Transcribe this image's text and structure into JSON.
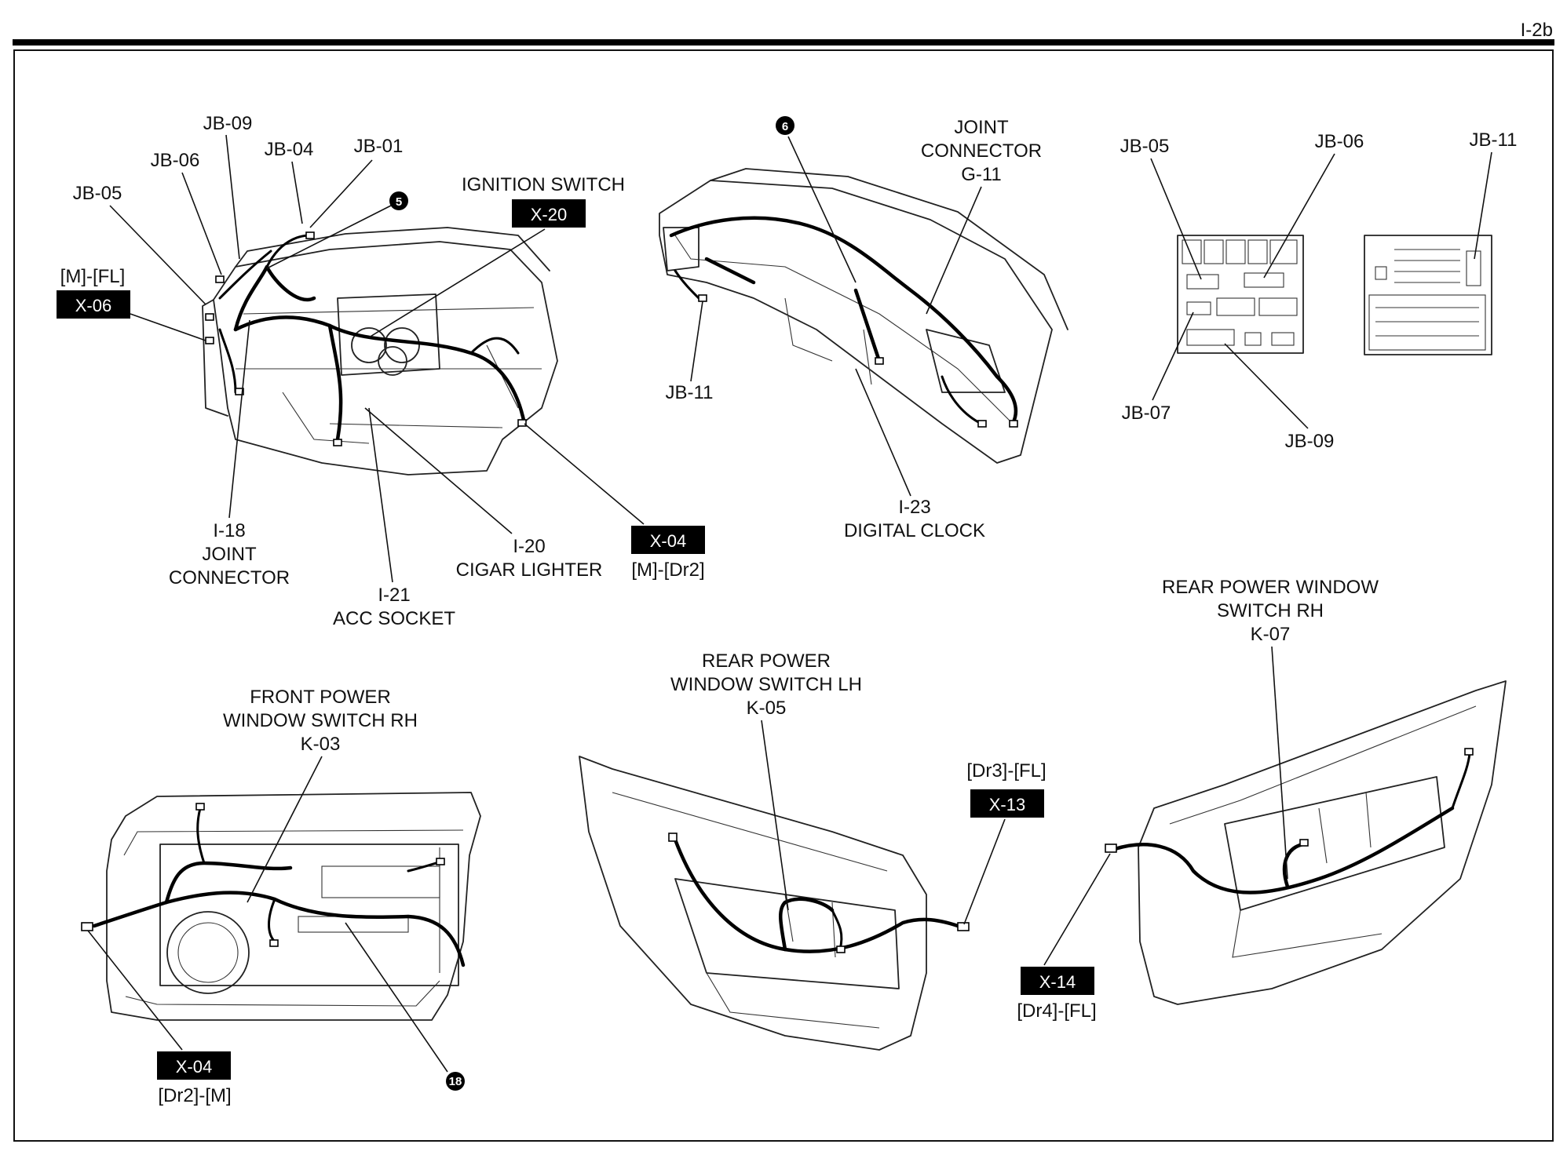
{
  "page": {
    "number": "I-2b",
    "colors": {
      "ink": "#111111",
      "tag_bg": "#000000",
      "tag_text": "#ffffff"
    }
  },
  "panels": {
    "instrument_panel": {
      "labels": {
        "jb09": "JB-09",
        "jb06": "JB-06",
        "jb04": "JB-04",
        "jb01": "JB-01",
        "jb05": "JB-05",
        "mfl": "[M]-[FL]",
        "ignition": "IGNITION SWITCH",
        "i18_code": "I-18",
        "i18_l1": "JOINT",
        "i18_l2": "CONNECTOR",
        "i20_code": "I-20",
        "i20_name": "CIGAR LIGHTER",
        "i21_code": "I-21",
        "i21_name": "ACC SOCKET",
        "mdr2": "[M]-[Dr2]"
      },
      "tags": {
        "x06": "X-06",
        "x20": "X-20",
        "x04": "X-04"
      },
      "badge": "5"
    },
    "crash_pad": {
      "labels": {
        "jc_l1": "JOINT",
        "jc_l2": "CONNECTOR",
        "jc_code": "G-11",
        "jb11": "JB-11",
        "i23_code": "I-23",
        "i23_name": "DIGITAL CLOCK"
      },
      "badge": "6"
    },
    "junction_box": {
      "labels": {
        "jb05": "JB-05",
        "jb06": "JB-06",
        "jb11": "JB-11",
        "jb07": "JB-07",
        "jb09": "JB-09"
      }
    },
    "front_door": {
      "labels": {
        "l1": "FRONT POWER",
        "l2": "WINDOW SWITCH RH",
        "l3": "K-03",
        "dr2m": "[Dr2]-[M]"
      },
      "tags": {
        "x04": "X-04"
      },
      "badge": "18"
    },
    "rear_door_lh": {
      "labels": {
        "l1": "REAR POWER",
        "l2": "WINDOW SWITCH LH",
        "l3": "K-05",
        "dr3fl": "[Dr3]-[FL]"
      },
      "tags": {
        "x13": "X-13"
      }
    },
    "rear_door_rh": {
      "labels": {
        "l1": "REAR POWER WINDOW",
        "l2": "SWITCH RH",
        "l3": "K-07",
        "dr4fl": "[Dr4]-[FL]"
      },
      "tags": {
        "x14": "X-14"
      }
    }
  }
}
